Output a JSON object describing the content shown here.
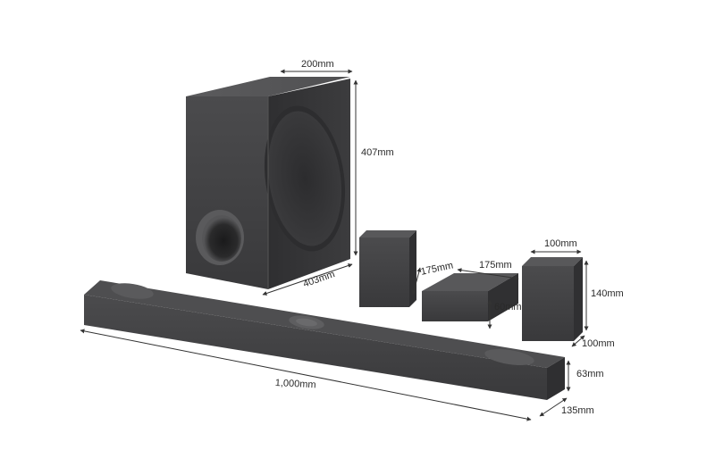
{
  "dimensions": {
    "subwoofer_width": "200mm",
    "subwoofer_height": "407mm",
    "subwoofer_depth": "403mm",
    "rear_speaker_depth": "175mm",
    "center_unit_width": "175mm",
    "center_unit_height": "60mm",
    "right_speaker_width": "100mm",
    "right_speaker_height": "140mm",
    "right_speaker_depth": "100mm",
    "soundbar_width": "1,000mm",
    "soundbar_height": "63mm",
    "soundbar_depth": "135mm"
  },
  "colors": {
    "background": "#ffffff",
    "body_dark": "#3a3a3c",
    "body_mid": "#4a4a4c",
    "body_light": "#5a5a5c",
    "dimension_line": "#333333"
  }
}
